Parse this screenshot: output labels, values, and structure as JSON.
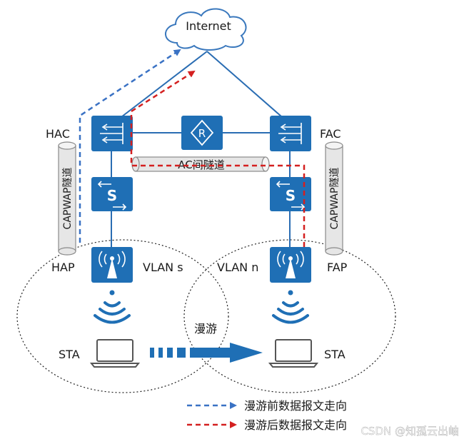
{
  "labels": {
    "internet": "Internet",
    "hac": "HAC",
    "fac": "FAC",
    "ac_tunnel": "AC间隧道",
    "capwap_left": "CAPWAP隧道",
    "capwap_right": "CAPWAP隧道",
    "hap": "HAP",
    "fap": "FAP",
    "vlan_s": "VLAN s",
    "vlan_n": "VLAN n",
    "roam": "漫游",
    "sta_left": "STA",
    "sta_right": "STA",
    "router_letter": "R",
    "switch_letter_left": "S",
    "switch_letter_right": "S"
  },
  "legend": {
    "before": "漫游前数据报文走向",
    "after": "漫游后数据报文走向"
  },
  "watermark": "CSDN @知孤云出岫",
  "colors": {
    "device_blue": "#1f6fb5",
    "line_blue": "#2a6db3",
    "before_blue": "#3a72c4",
    "after_red": "#d42020",
    "cloud_stroke": "#3a78bd",
    "tube_fill": "#e6e6e6",
    "tube_stroke": "#8a8a8a",
    "text": "#1a1a1a"
  },
  "icons": {
    "cloud": "cloud-icon",
    "router": "router-icon",
    "ac": "access-controller-icon",
    "switch": "switch-icon",
    "ap": "access-point-icon",
    "wifi": "wifi-signal-icon",
    "laptop": "laptop-icon"
  }
}
